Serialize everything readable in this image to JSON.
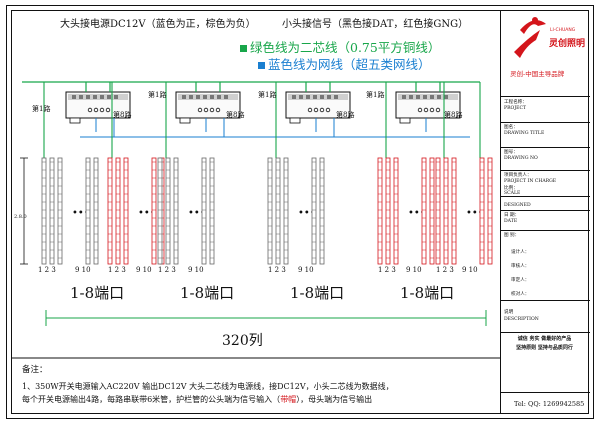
{
  "header": {
    "big_power": "大头接电源DC12V（蓝色为正，棕色为负）",
    "small_signal": "小头接信号（黑色接DAT，红色接GNG）",
    "green_legend": "绿色线为二芯线（0.75平方铜线）",
    "blue_legend": "蓝色线为网线（超五类网线）"
  },
  "controllers": [
    {
      "label_left": "第1路",
      "label_right": "第8路"
    },
    {
      "label_left": "第1路",
      "label_right": "第8路"
    },
    {
      "label_left": "第1路",
      "label_right": "第8路"
    },
    {
      "label_left": "第1路",
      "label_right": "第8路"
    }
  ],
  "tube_numbers": {
    "left": "1 2 3",
    "right": "9 10"
  },
  "dim_label": "2.8.0",
  "ports": [
    "1-8端口",
    "1-8端口",
    "1-8端口",
    "1-8端口"
  ],
  "column_count": "320列",
  "notes": {
    "title": "备注：",
    "line1": "1、350W开关电源输入AC220V     输出DC12V       大头二芯线为电源线，接DC12V，小头二芯线为数据线，",
    "line2_a": "每个开关电源输出4路，每路串联带6米管，护栏管的公头端为信号输入（",
    "line2_red": "带帽",
    "line2_b": "），母头端为信号输出"
  },
  "title_block": {
    "logo_en": "LI-CHUANG",
    "logo_cn": "灵创照明",
    "slogan": "灵创-中国主导品牌",
    "project_cn": "工程名称：",
    "project_en": "PROJECT",
    "drawing_title_cn": "图名：",
    "drawing_title_en": "DRAWING TITLE",
    "drawing_no_cn": "图号：",
    "drawing_no_en": "DRAWING NO",
    "in_charge_cn": "项目负责人：",
    "in_charge_en": "PROJECT IN CHARGE",
    "scale_cn": "比例：",
    "scale_en": "SCALE",
    "designed": "DESIGNED",
    "date_cn": "日 期：",
    "date_en": "DATE",
    "plan_cn": "图 别：",
    "design_label": "设计人：",
    "check_label": "审核人：",
    "approve_label": "审定人：",
    "rev_label": "校对人：",
    "desc_cn": "说明",
    "desc_en": "DESCRIPTION",
    "motto_1": "诚信  务实  做最好的产品",
    "motto_2": "坚持原则  坚持与品质同行",
    "tel": "Tel: QQ: 1269942585"
  },
  "colors": {
    "green": "#18a64a",
    "blue": "#1a7fd0",
    "red": "#d4151b",
    "line": "#111111"
  }
}
